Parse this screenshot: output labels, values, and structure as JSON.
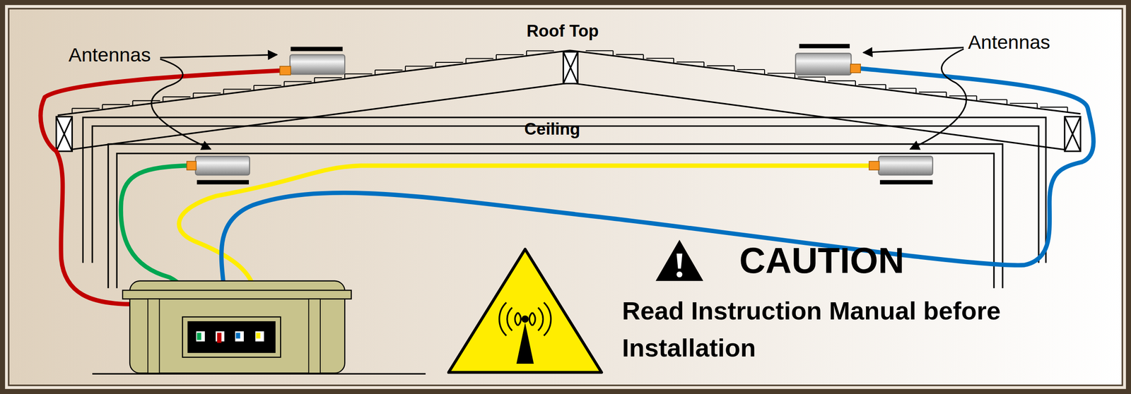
{
  "diagram": {
    "labels": [
      "Antennas",
      "Roof Top",
      "Antennas",
      "Ceiling",
      "CAUTION",
      "Read Instruction Manual before Installation"
    ]
  }
}
